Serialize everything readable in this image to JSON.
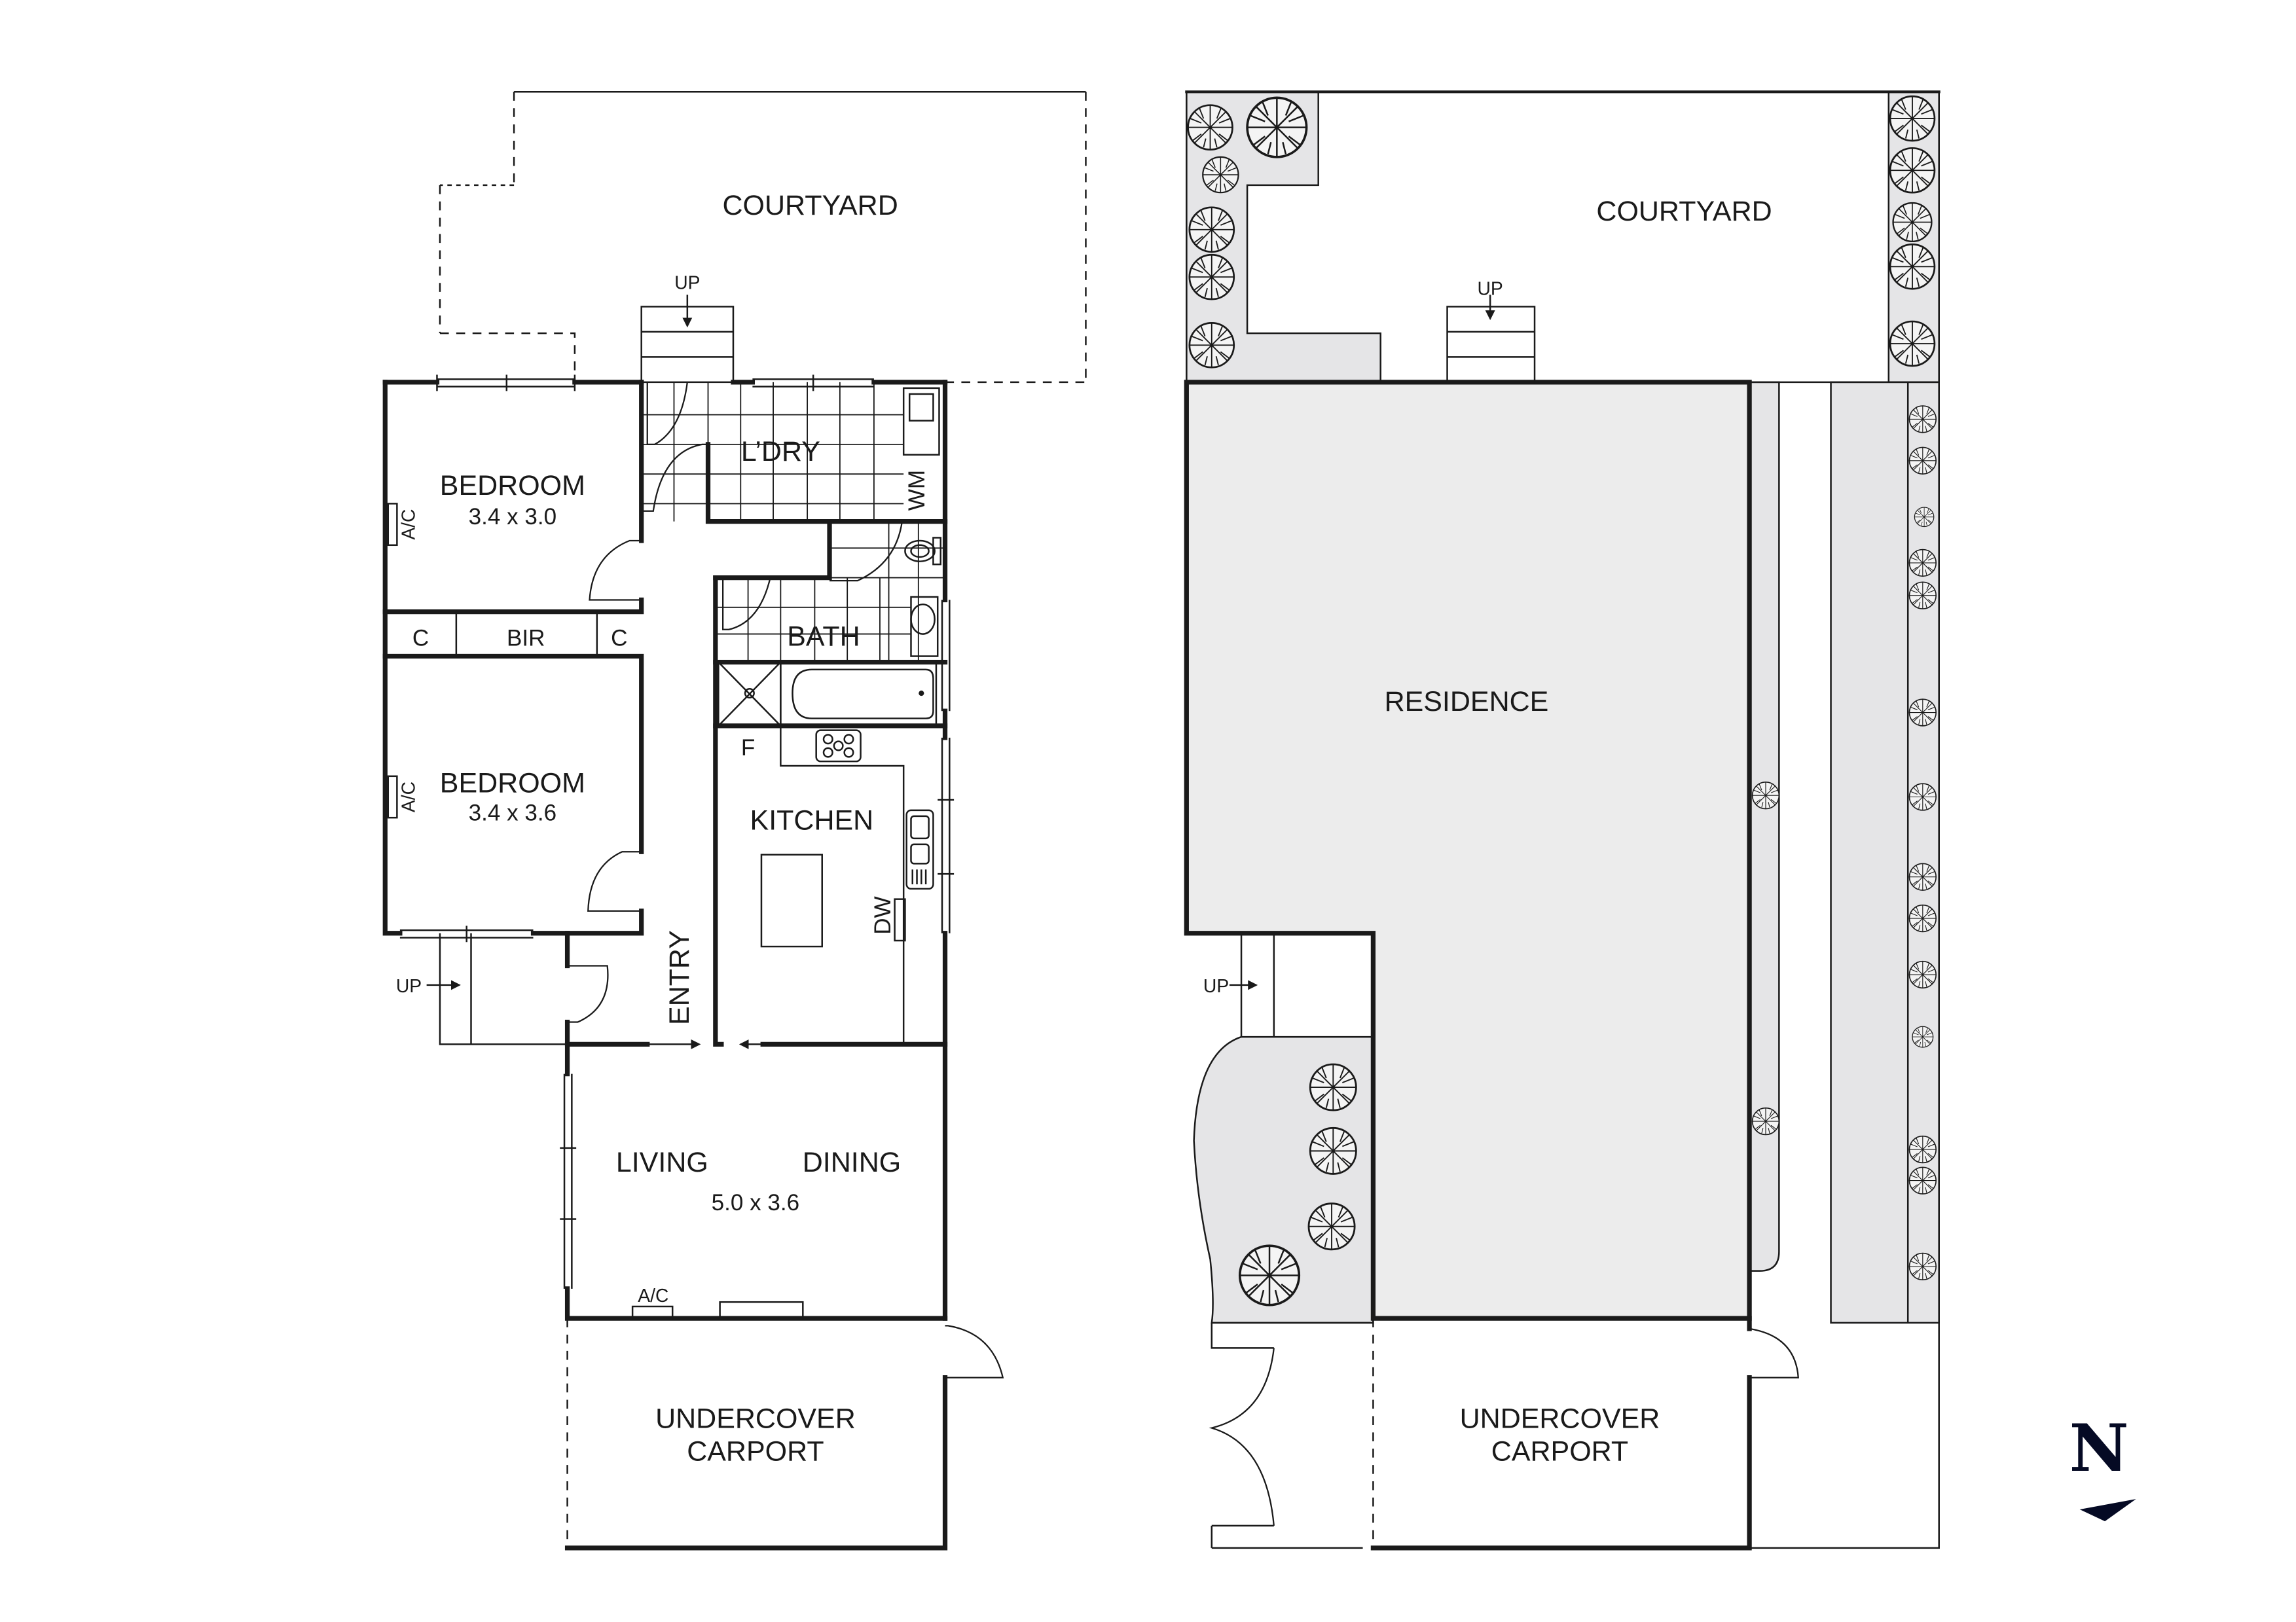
{
  "floor_plan": {
    "rooms": {
      "courtyard": "COURTYARD",
      "bedroom1": {
        "name": "BEDROOM",
        "size": "3.4 x 3.0"
      },
      "bedroom2": {
        "name": "BEDROOM",
        "size": "3.4 x 3.6"
      },
      "laundry": "L’DRY",
      "bath": "BATH",
      "kitchen": "KITCHEN",
      "entry": "ENTRY",
      "bir": "BIR",
      "closet_left": "C",
      "closet_right": "C",
      "living": "LIVING",
      "dining": "DINING",
      "living_dining_size": "5.0 x 3.6",
      "carport_line1": "UNDERCOVER",
      "carport_line2": "CARPORT"
    },
    "fixtures": {
      "ac_bedroom1": "A/C",
      "ac_bedroom2": "A/C",
      "ac_living": "A/C",
      "washing_machine": "WM",
      "fridge": "F",
      "dishwasher": "DW"
    },
    "stairs": {
      "courtyard_steps": "UP",
      "side_steps": "UP"
    }
  },
  "site_plan": {
    "labels": {
      "courtyard": "COURTYARD",
      "residence": "RESIDENCE",
      "carport_line1": "UNDERCOVER",
      "carport_line2": "CARPORT"
    },
    "stairs": {
      "courtyard_steps": "UP",
      "side_steps": "UP"
    }
  },
  "north_arrow": {
    "letter": "N",
    "color": "#050a24"
  },
  "colors": {
    "walls": "#1a1a1a",
    "residence_fill": "#ececec",
    "garden_fill": "#e5e5e7",
    "background": "#ffffff"
  }
}
